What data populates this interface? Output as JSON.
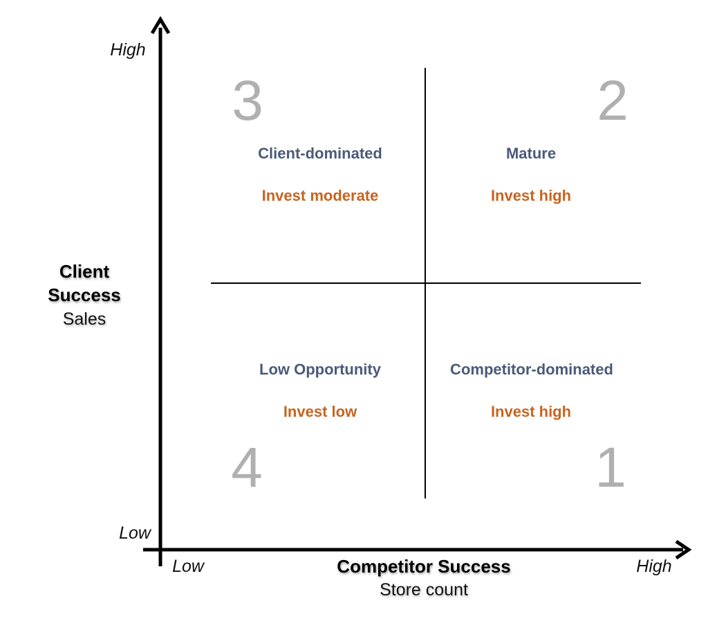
{
  "colors": {
    "quadrant_title": "#4a5a78",
    "invest": "#c8641e",
    "quadrant_number": "#b0b0b0",
    "axis": "#000000",
    "divider": "#000000"
  },
  "y_axis": {
    "title": "Client Success",
    "title_line1": "Client",
    "title_line2": "Success",
    "subtitle": "Sales",
    "high_label": "High",
    "low_label": "Low"
  },
  "x_axis": {
    "title": "Competitor Success",
    "subtitle": "Store count",
    "low_label": "Low",
    "high_label": "High"
  },
  "quadrants": [
    {
      "position": "top-left",
      "number": "3",
      "title": "Client-dominated",
      "invest": "Invest moderate"
    },
    {
      "position": "top-right",
      "number": "2",
      "title": "Mature",
      "invest": "Invest high"
    },
    {
      "position": "bottom-left",
      "number": "4",
      "title": "Low Opportunity",
      "invest": "Invest low"
    },
    {
      "position": "bottom-right",
      "number": "1",
      "title": "Competitor-dominated",
      "invest": "Invest high"
    }
  ]
}
